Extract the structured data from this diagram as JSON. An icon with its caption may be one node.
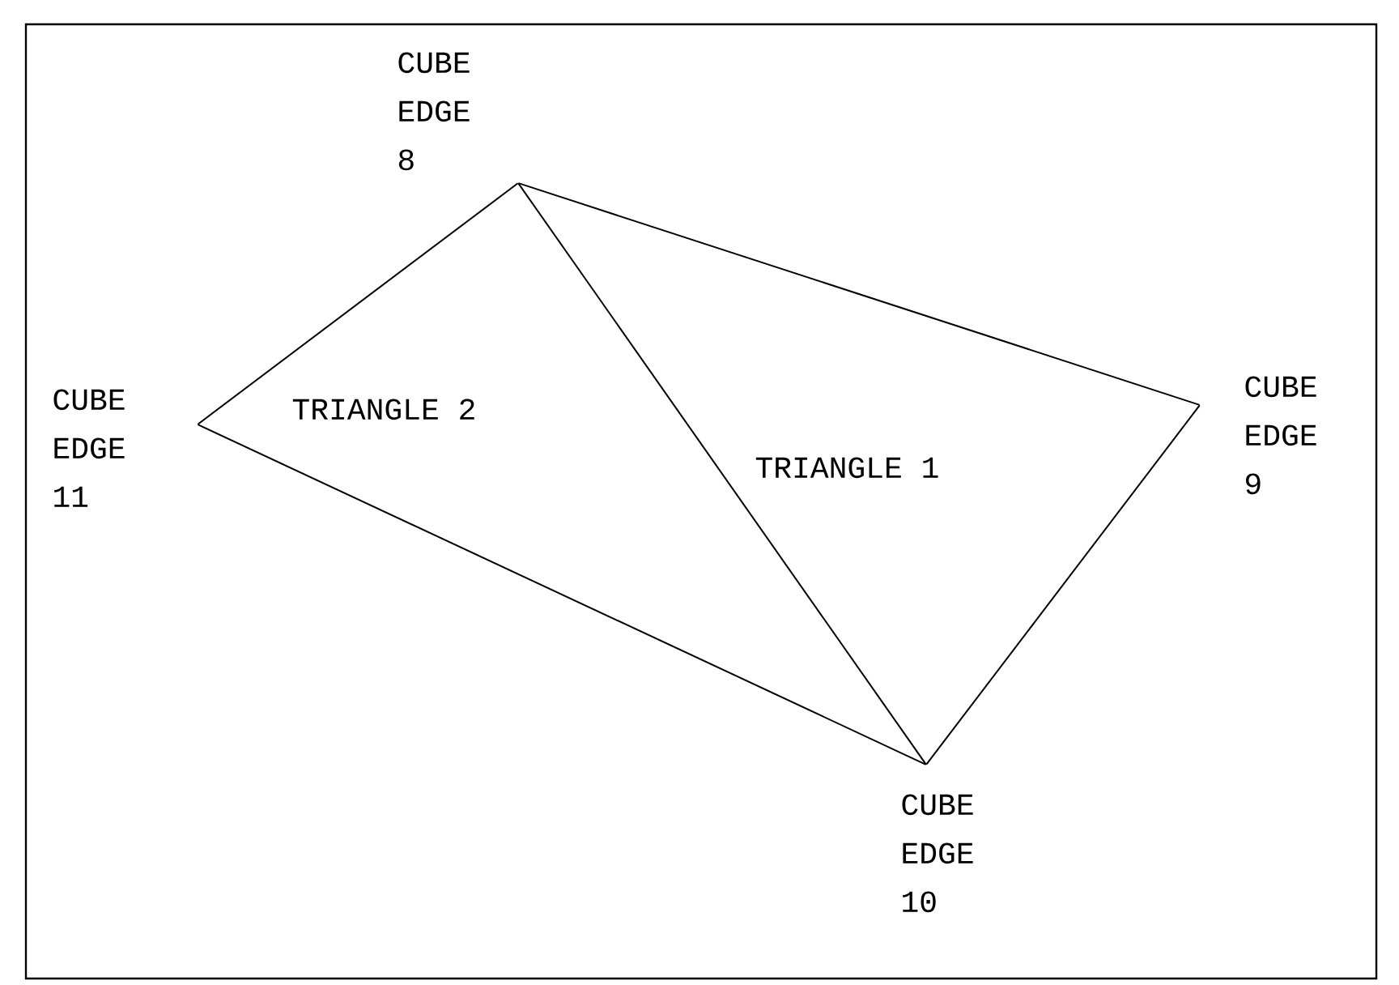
{
  "diagram": {
    "nodes": [
      {
        "text": [
          "CUBE EDGE 8"
        ]
      },
      {
        "text": [
          "CUBE EDGE 9"
        ]
      },
      {
        "text": [
          "CUBE EDGE 10"
        ]
      },
      {
        "text": [
          "CUBE EDGE 11"
        ]
      }
    ],
    "edges": [
      {
        "from": 0,
        "to": 1,
        "arrow": "none"
      },
      {
        "from": 1,
        "to": 2,
        "arrow": "none"
      },
      {
        "from": 2,
        "to": 3,
        "arrow": "none"
      },
      {
        "from": 3,
        "to": 0,
        "arrow": "none"
      },
      {
        "from": 0,
        "to": 2,
        "arrow": "none"
      }
    ],
    "labels": [
      "TRIANGLE 2",
      "TRIANGLE 1"
    ]
  }
}
